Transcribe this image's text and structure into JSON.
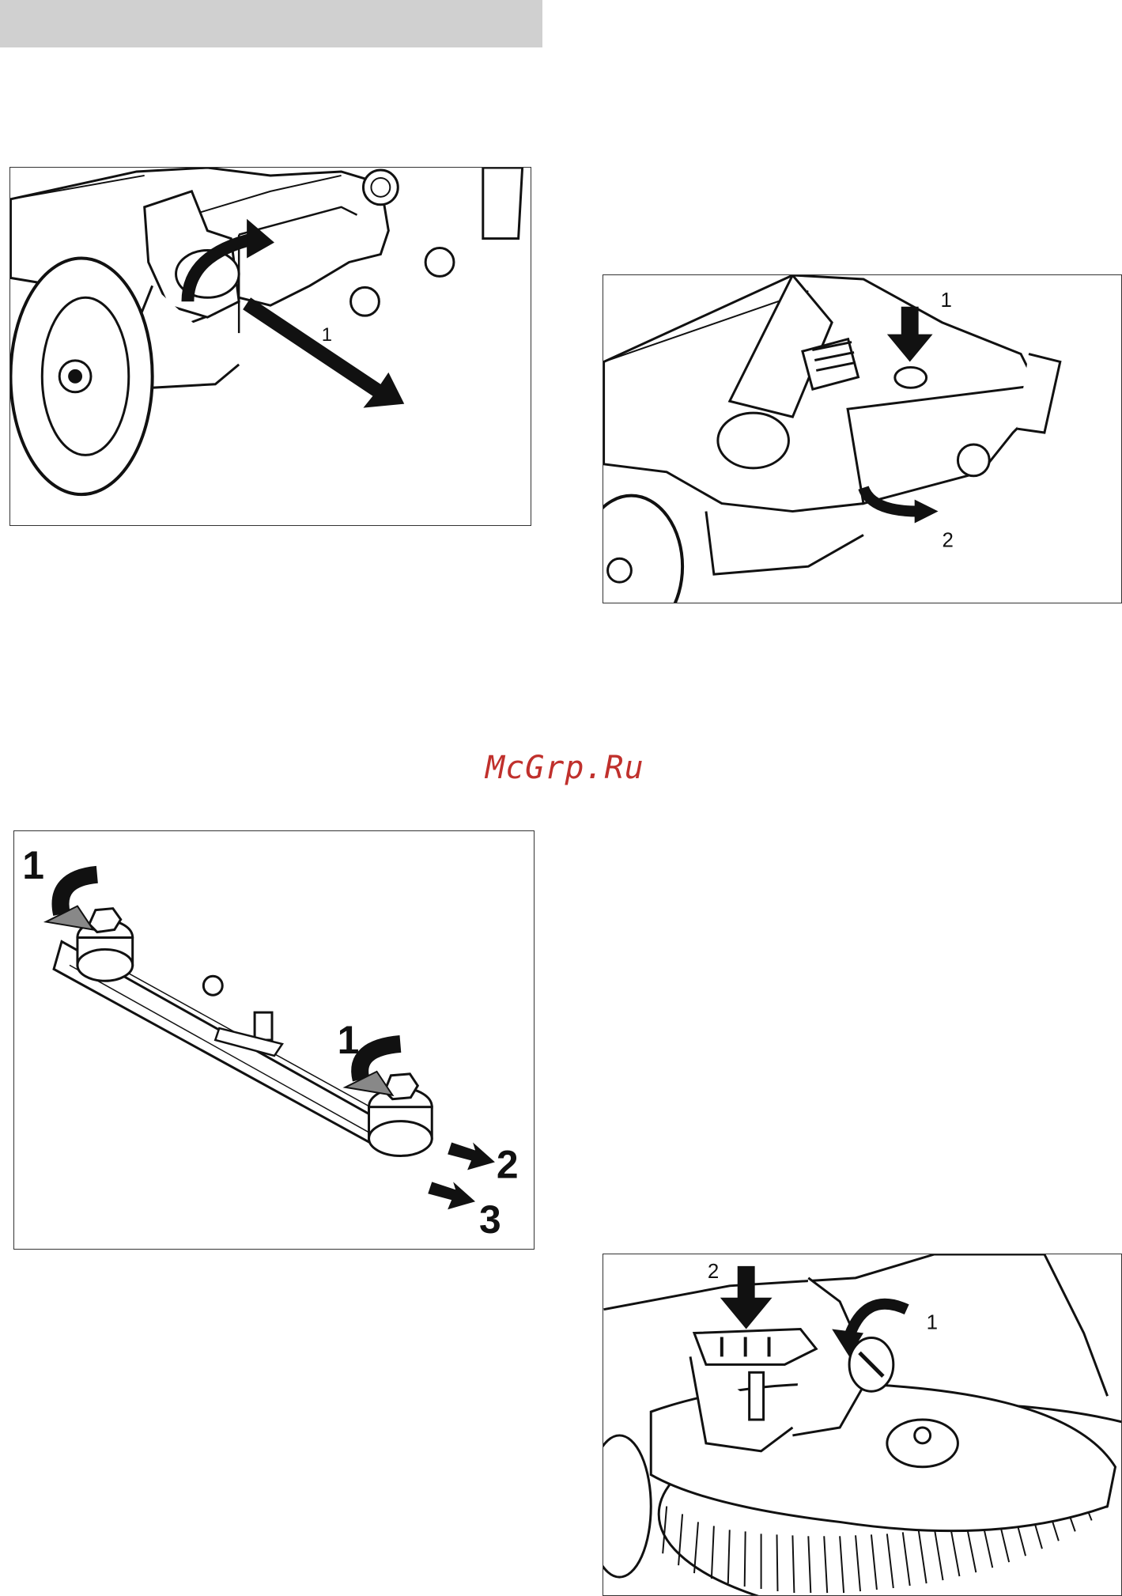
{
  "page": {
    "watermark_text": "McGrp.Ru",
    "watermark_color": "#c0302c",
    "header_bar_color": "#d0d0d0"
  },
  "figures": {
    "fig1": {
      "description_icon": "squeegee-lever-icon"
    },
    "fig2": {
      "callouts": [
        "1",
        "2"
      ]
    },
    "fig3": {
      "callouts": [
        "1",
        "1",
        "2",
        "3"
      ]
    },
    "fig4": {
      "callouts": [
        "2",
        "1"
      ]
    }
  }
}
